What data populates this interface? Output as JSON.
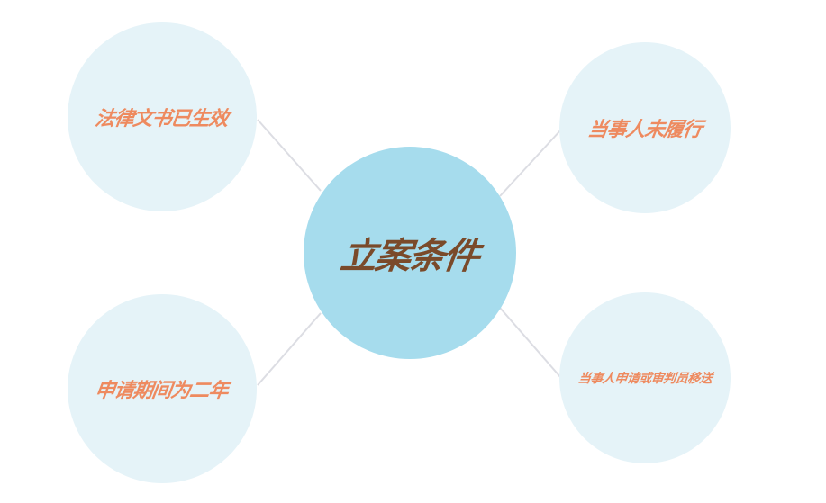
{
  "diagram": {
    "type": "radial-mind-map",
    "center": {
      "label": "立案条件"
    },
    "branches": [
      {
        "id": "tl",
        "label": "法律文书已生效"
      },
      {
        "id": "tr",
        "label": "当事人未履行"
      },
      {
        "id": "bl",
        "label": "申请期间为二年"
      },
      {
        "id": "br",
        "label": "当事人申请或审判员移送"
      }
    ]
  },
  "colors": {
    "center_bg": "#a6dced",
    "center_text": "#7a4a2a",
    "leaf_bg": "#e5f3f8",
    "leaf_text": "#ee8a5f",
    "connector": "#dcdde3"
  }
}
